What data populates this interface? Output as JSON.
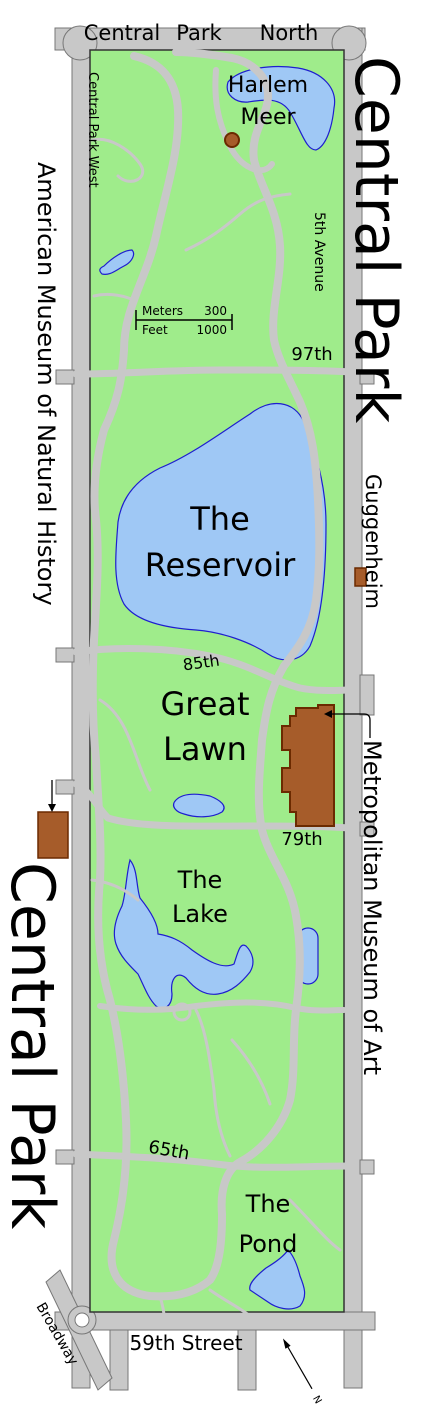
{
  "map": {
    "park_title_top": "Central Park",
    "park_title_bottom": "Central Park",
    "streets": {
      "north_left": "Central",
      "north_mid": "Park",
      "north_right": "North",
      "west": "Central Park West",
      "east": "5th Avenue",
      "south": "59th Street",
      "broadway": "Broadway",
      "st97": "97th",
      "st85": "85th",
      "st79": "79th",
      "st65": "65th"
    },
    "water": {
      "harlem_meer_1": "Harlem",
      "harlem_meer_2": "Meer",
      "reservoir_1": "The",
      "reservoir_2": "Reservoir",
      "lake_1": "The",
      "lake_2": "Lake",
      "pond_1": "The",
      "pond_2": "Pond"
    },
    "areas": {
      "great_lawn_1": "Great",
      "great_lawn_2": "Lawn"
    },
    "landmarks": {
      "amnh": "American Museum of Natural History",
      "guggenheim": "Guggenheim",
      "met": "Metropolitan Museum of Art"
    },
    "scale": {
      "meters_label": "Meters",
      "meters_value": "300",
      "feet_label": "Feet",
      "feet_value": "1000"
    },
    "north_arrow": "N",
    "colors": {
      "park": "#9fec8b",
      "water": "#9fc8f5",
      "road": "#c8c8c8",
      "building": "#a65c2a",
      "building_edge": "#6b2a00"
    }
  }
}
